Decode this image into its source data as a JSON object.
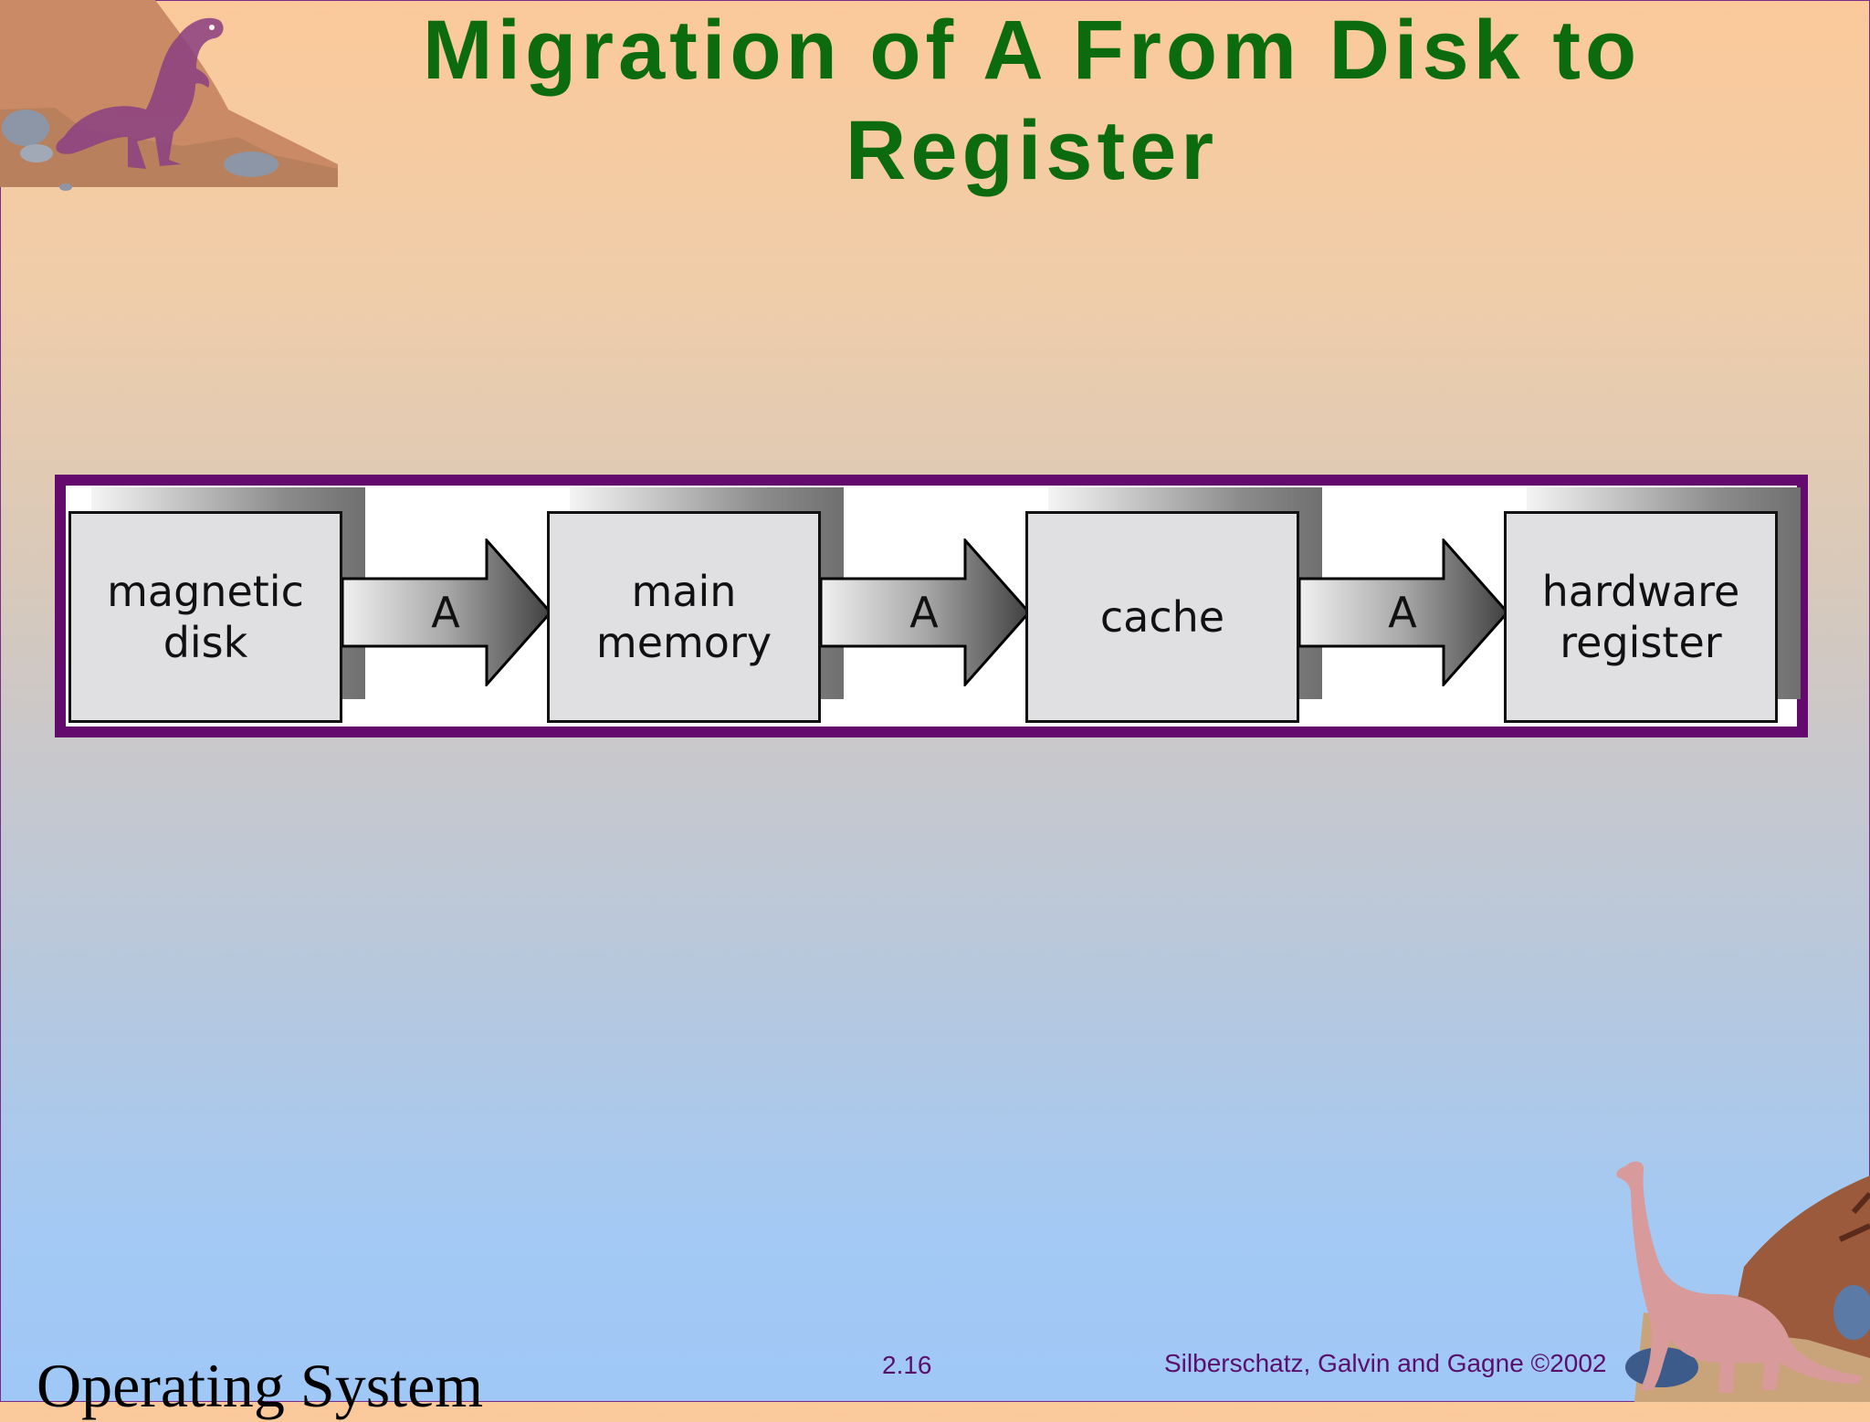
{
  "slide": {
    "title": "Migration of A From Disk to Register"
  },
  "diagram": {
    "stages": [
      {
        "label": "magnetic\ndisk"
      },
      {
        "label": "main\nmemory"
      },
      {
        "label": "cache"
      },
      {
        "label": "hardware\nregister"
      }
    ],
    "arrows": [
      {
        "label": "A"
      },
      {
        "label": "A"
      },
      {
        "label": "A"
      }
    ]
  },
  "footer": {
    "course": "Operating System",
    "page_number": "2.16",
    "credit": "Silberschatz, Galvin and  Gagne ©2002"
  },
  "colors": {
    "title": "#0b6b0e",
    "frame": "#640a6e",
    "footer_text": "#5a106a"
  },
  "decorations": [
    "trex-icon",
    "brontosaurus-icon"
  ]
}
